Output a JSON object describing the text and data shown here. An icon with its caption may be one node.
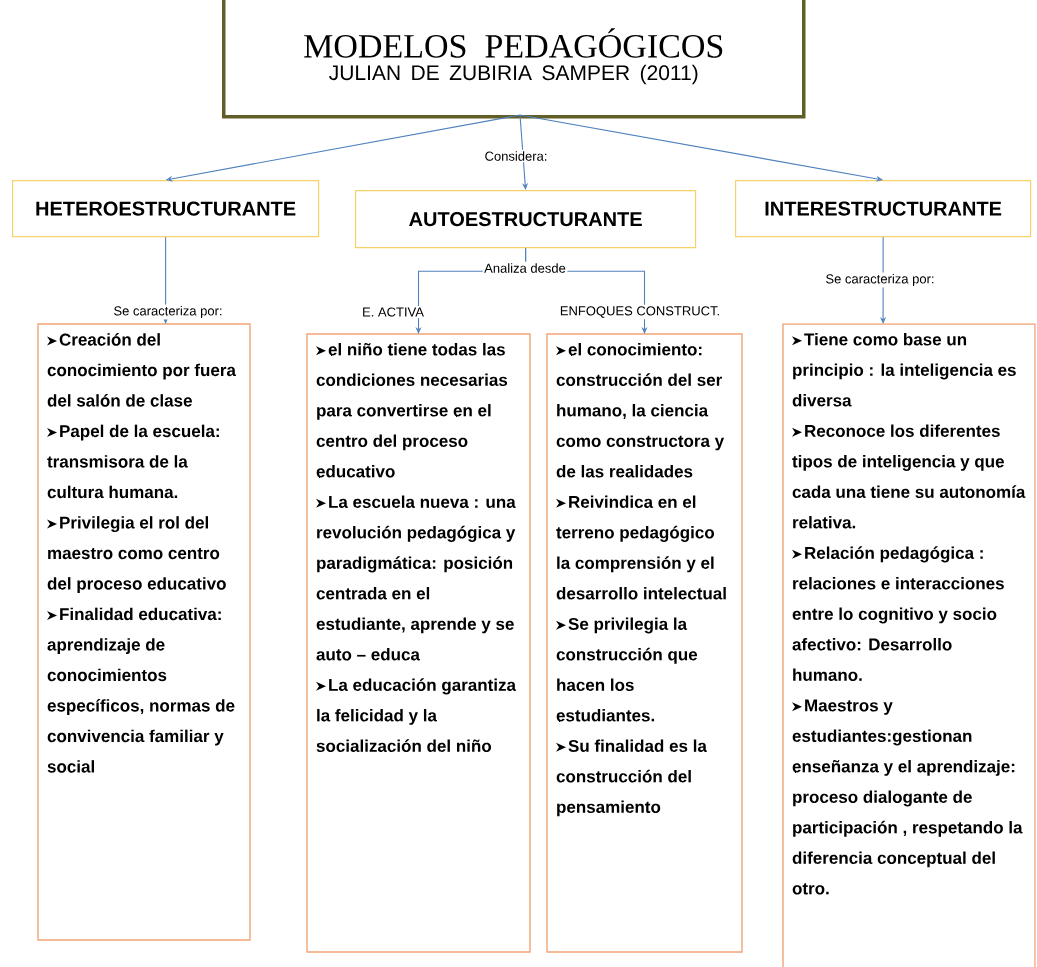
{
  "diagram": {
    "nodes": [
      {
        "text": [
          "MODELOS PEDAGÓGICOS",
          "JULIAN DE ZUBIRIA SAMPER (2011)"
        ]
      },
      {
        "text": [
          "HETEROESTRUCTURANTE"
        ]
      },
      {
        "text": [
          "AUTOESTRUCTURANTE"
        ]
      },
      {
        "text": [
          "INTERESTRUCTURANTE"
        ]
      },
      {
        "text": [
          "Creación del conocimiento por fuera del salón de clase",
          "Papel de la escuela: transmisora de la cultura humana.",
          "Privilegia el rol del maestro como centro del proceso educativo",
          "Finalidad educativa: aprendizaje de conocimientos específicos, normas de convivencia familiar y social"
        ]
      },
      {
        "text": [
          "el niño tiene todas las condiciones necesarias para convertirse en el centro del proceso educativo",
          "La escuela nueva : una revolución pedagógica y paradigmática: posición centrada en el estudiante, aprende y se auto – educa",
          "La educación garantiza la felicidad y la socialización del niño"
        ]
      },
      {
        "text": [
          "el conocimiento: construcción del ser humano, la ciencia como constructora y de las realidades",
          "Reivindica en el terreno pedagógico la comprensión y el desarrollo intelectual",
          "Se privilegia la construcción que hacen los estudiantes.",
          "Su finalidad es la construcción del pensamiento"
        ]
      },
      {
        "text": [
          "Tiene como base un principio : la inteligencia es diversa",
          "Reconoce los diferentes tipos de inteligencia y que cada una tiene su autonomía relativa.",
          "Relación pedagógica : relaciones e interacciones entre lo cognitivo y socio afectivo: Desarrollo humano.",
          "Maestros y estudiantes:gestionan enseñanza y el aprendizaje: proceso dialogante de participación , respetando la diferencia conceptual del otro."
        ]
      }
    ],
    "edges": [
      {
        "from": 0,
        "to": 1,
        "arrow": "to"
      },
      {
        "from": 0,
        "to": 2,
        "arrow": "to",
        "label": "Considera:"
      },
      {
        "from": 0,
        "to": 3,
        "arrow": "to"
      },
      {
        "from": 1,
        "to": 4,
        "arrow": "to",
        "label": "Se caracteriza por:"
      },
      {
        "from": 2,
        "to": 5,
        "arrow": "to",
        "label": "E. ACTIVA"
      },
      {
        "from": 2,
        "to": 6,
        "arrow": "to",
        "label": "ENFOQUES CONSTRUCT."
      },
      {
        "from": 3,
        "to": 7,
        "arrow": "to",
        "label": "Se caracteriza por:"
      }
    ],
    "labels": [
      "Analiza desde"
    ]
  }
}
